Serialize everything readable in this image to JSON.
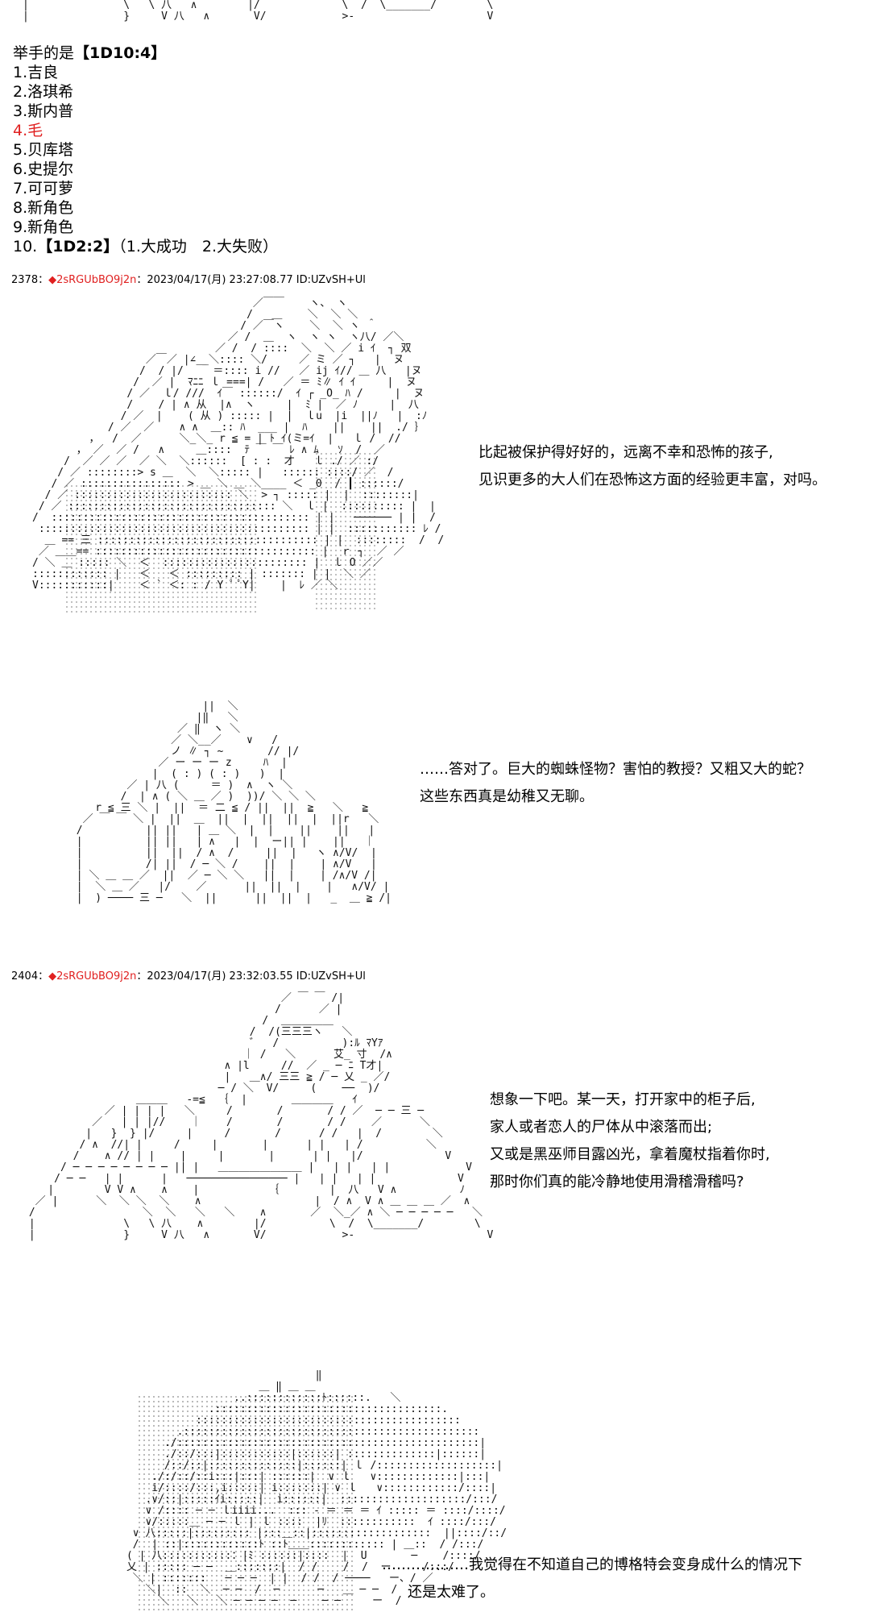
{
  "poll": {
    "title_prefix": "举手的是",
    "title_roll": "【1D10:4】",
    "items": [
      {
        "num": "1.",
        "label": "吉良"
      },
      {
        "num": "2.",
        "label": "洛琪希"
      },
      {
        "num": "3.",
        "label": "斯内普"
      },
      {
        "num": "4.",
        "label": "毛",
        "highlight_color": "#e02020"
      },
      {
        "num": "5.",
        "label": "贝库塔"
      },
      {
        "num": "6.",
        "label": "史提尔"
      },
      {
        "num": "7.",
        "label": "可可萝"
      },
      {
        "num": "8.",
        "label": "新角色"
      },
      {
        "num": "9.",
        "label": "新角色"
      }
    ],
    "item10_num": "10.",
    "item10_roll": "【1D2:2】",
    "item10_rest": "（1.大成功　2.大失败）"
  },
  "posts": [
    {
      "number": "2378",
      "separator": "：",
      "trip": "◆2sRGUbBO9j2n",
      "datetime": "：2023/04/17(月) 23:27:08.77 ID:UZvSH+Ul"
    },
    {
      "number": "2404",
      "separator": "：",
      "trip": "◆2sRGUbBO9j2n",
      "datetime": "：2023/04/17(月) 23:32:03.55 ID:UZvSH+Ul"
    }
  ],
  "dialogs": {
    "d1": [
      "比起被保护得好好的，远离不幸和恐怖的孩子,",
      "见识更多的大人们在恐怖这方面的经验更丰富，对吗。"
    ],
    "d2": [
      "……答对了。巨大的蜘蛛怪物？害怕的教授？又粗又大的蛇？",
      "这些东西真是幼稚又无聊。"
    ],
    "d3": [
      "想象一下吧。某一天，打开家中的柜子后,",
      "家人或者恋人的尸体从中滚落而出;",
      "又或是黑巫师目露凶光，拿着魔杖指着你时,",
      "那时你们真的能冷静地使用滑稽滑稽吗?"
    ],
    "d4": [
      "………………我觉得在不知道自己的博格特会变身成什么的情况下",
      "还是太难了。"
    ]
  },
  "colors": {
    "trip": "#e02020",
    "highlight": "#e02020",
    "text": "#000000"
  }
}
